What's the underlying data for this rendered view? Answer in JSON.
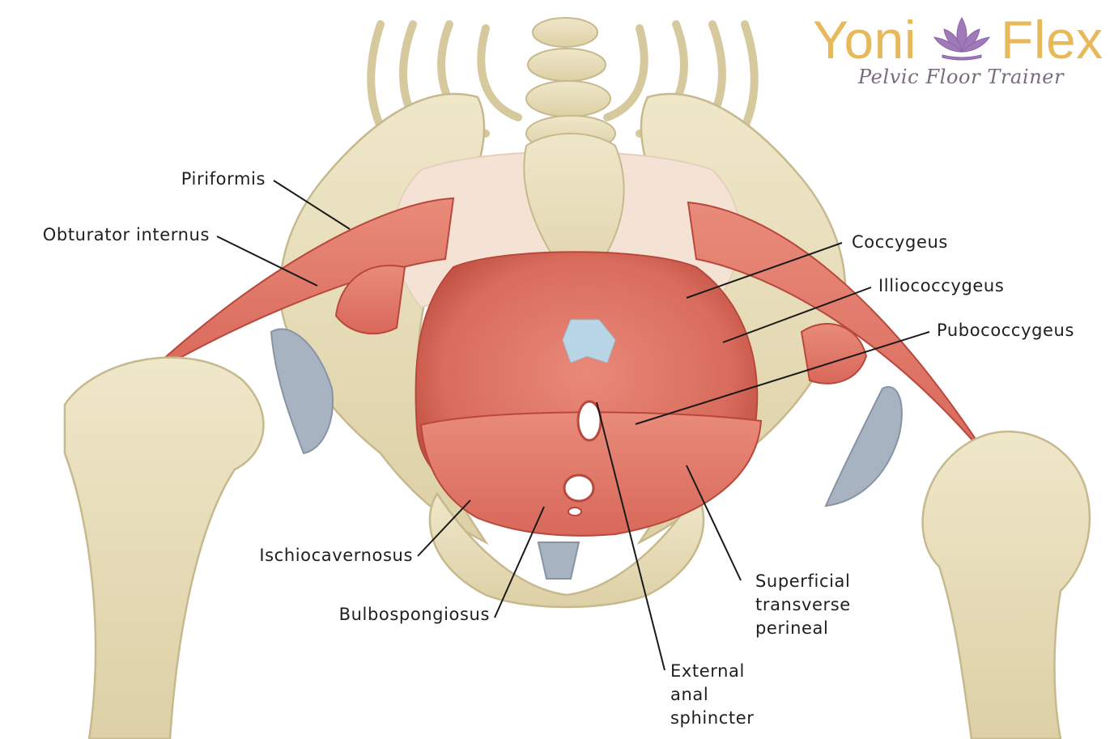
{
  "brand": {
    "name_left": "Yoni",
    "name_right": "Flex",
    "tagline": "Pelvic Floor Trainer",
    "logo_icon": "lotus-icon"
  },
  "labels": {
    "piriformis": "Piriformis",
    "obturator_internus": "Obturator internus",
    "coccygeus": "Coccygeus",
    "iliococcygeus": "Illiococcygeus",
    "pubococcygeus": "Pubococcygeus",
    "ischiocavernosus": "Ischiocavernosus",
    "bulbospongiosus": "Bulbospongiosus",
    "superficial_transverse_perineal": [
      "Superficial",
      "transverse",
      "perineal"
    ],
    "external_anal_sphincter": [
      "External",
      "anal",
      "sphincter"
    ]
  },
  "colors": {
    "bone": "#e9dfbf",
    "bone_outline": "#c7b98e",
    "ligament": "#f4e2d4",
    "muscle": "#e47a6a",
    "muscle_dark": "#c95a4b",
    "cartilage": "#a7b3c0",
    "brand_gold": "#e7b95a",
    "brand_lotus": "#a07ab8",
    "brand_tagline": "#7a6a7e",
    "leader_line": "#1a1a1a"
  }
}
